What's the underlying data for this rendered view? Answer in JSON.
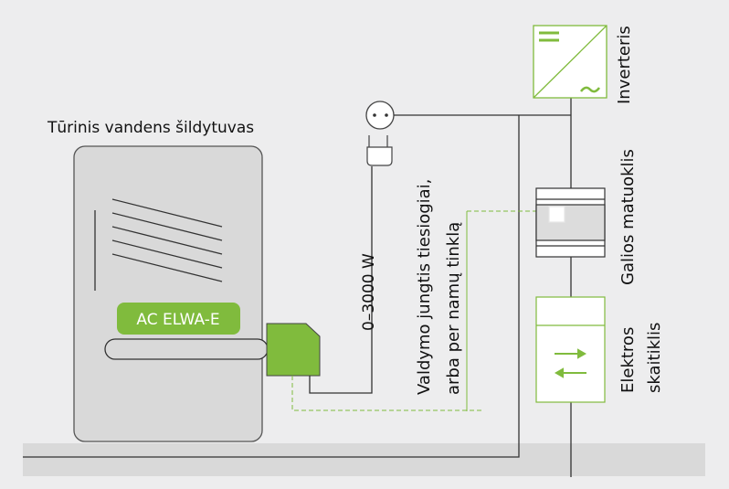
{
  "labels": {
    "heater_title": "Tūrinis vandens šildytuvas",
    "device_badge": "AC ELWA-E",
    "power_range": "0–3000 W",
    "control_line1": "Valdymo jungtis tiesiogiai,",
    "control_line2": "arba per namų tinklą",
    "inverter": "Inverteris",
    "power_meter": "Galios matuoklis",
    "electricity_meter_line1": "Elektros",
    "electricity_meter_line2": "skaitiklis"
  },
  "colors": {
    "accent": "#80bb3d",
    "line": "#333333",
    "background": "#ededee",
    "tank": "#d9d9d9"
  }
}
